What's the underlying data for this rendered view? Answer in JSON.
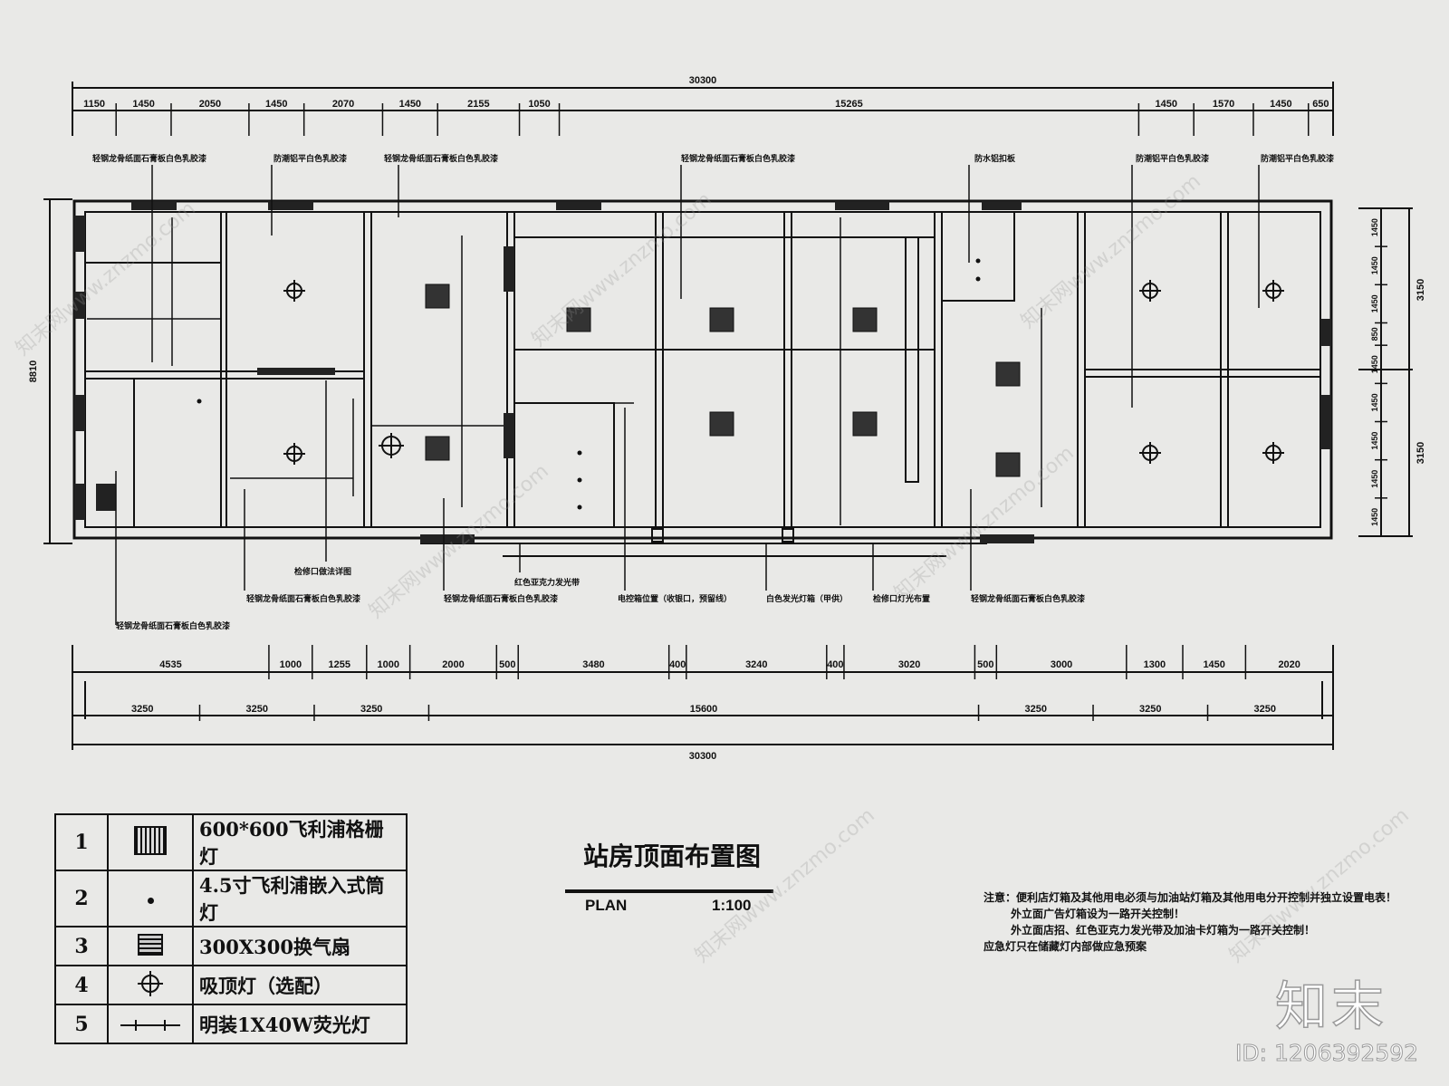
{
  "dimensions": {
    "top_total": "30300",
    "top_segments": [
      "1150",
      "1450",
      "2050",
      "1450",
      "2070",
      "1450",
      "2155",
      "1050",
      "15265",
      "1450",
      "1570",
      "1450",
      "650"
    ],
    "bottom_row1": [
      "4535",
      "1000",
      "1255",
      "1000",
      "2000",
      "500",
      "3480",
      "400",
      "3240",
      "400",
      "3020",
      "500",
      "3000",
      "1300",
      "1450",
      "2020"
    ],
    "bottom_row2": [
      "3250",
      "3250",
      "3250",
      "15600",
      "3250",
      "3250",
      "3250"
    ],
    "bottom_total": "30300",
    "left_total": "8810",
    "right_segments": [
      "1450",
      "1450",
      "1450",
      "850",
      "1450",
      "1450",
      "1450",
      "1450",
      "1450"
    ],
    "right_total_a": "3150",
    "right_total_b": "3150"
  },
  "legend": {
    "rows": [
      {
        "no": "1",
        "icon": "grille-light-icon",
        "label": "600*600飞利浦格栅灯"
      },
      {
        "no": "2",
        "icon": "downlight-icon",
        "label": "4.5寸飞利浦嵌入式筒灯"
      },
      {
        "no": "3",
        "icon": "exhaust-fan-icon",
        "label": "300X300换气扇"
      },
      {
        "no": "4",
        "icon": "ceiling-light-icon",
        "label": "吸顶灯（选配）"
      },
      {
        "no": "5",
        "icon": "fluorescent-light-icon",
        "label": "明装1X40W荧光灯"
      }
    ]
  },
  "title": {
    "main": "站房顶面布置图",
    "plan": "PLAN",
    "scale": "1:100"
  },
  "notes": [
    "注意：便利店灯箱及其他用电必须与加油站灯箱及其他用电分开控制并独立设置电表！",
    "外立面广告灯箱设为一路开关控制！",
    "外立面店招、红色亚克力发光带及加油卡灯箱为一路开关控制！",
    "应急灯只在储藏灯内部做应急预案"
  ],
  "watermark": {
    "logo": "知末",
    "id": "ID: 1206392592",
    "text": "知末网www.znzmo.com"
  },
  "colors": {
    "background": "#e9e9e7",
    "ink": "#111111"
  }
}
